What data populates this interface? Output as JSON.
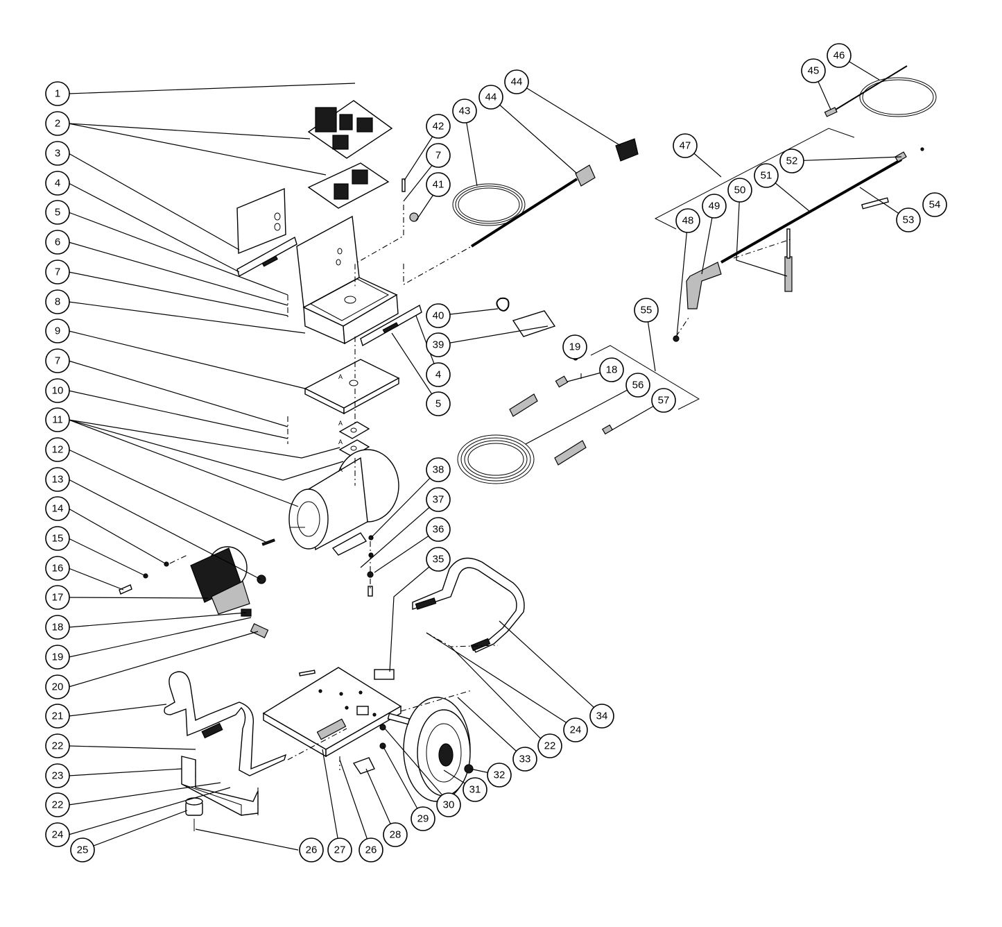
{
  "diagram": {
    "callouts": [
      "1",
      "2",
      "3",
      "4",
      "5",
      "6",
      "7",
      "8",
      "9",
      "7",
      "10",
      "11",
      "12",
      "13",
      "14",
      "15",
      "16",
      "17",
      "18",
      "19",
      "20",
      "21",
      "22",
      "23",
      "22",
      "24",
      "25",
      "26",
      "27",
      "26",
      "28",
      "29",
      "30",
      "31",
      "32",
      "33",
      "22",
      "24",
      "34",
      "35",
      "36",
      "37",
      "38",
      "4",
      "5",
      "39",
      "40",
      "41",
      "7",
      "42",
      "43",
      "44",
      "44",
      "45",
      "46",
      "47",
      "48",
      "49",
      "50",
      "51",
      "52",
      "53",
      "54",
      "55",
      "19",
      "18",
      "56",
      "57"
    ],
    "part_markers": [
      "A",
      "A",
      "A",
      "A"
    ]
  }
}
